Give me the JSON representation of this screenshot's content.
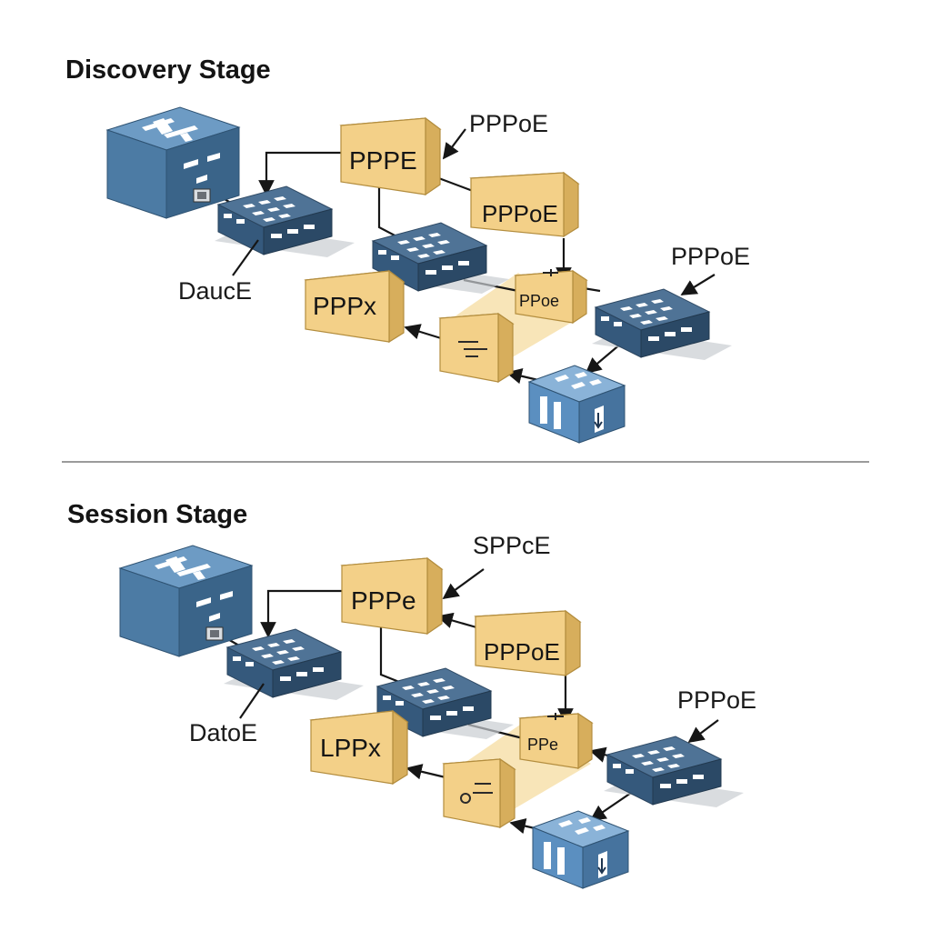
{
  "stages": [
    {
      "title": "Discovery Stage",
      "labels": {
        "top_box": "PPPE",
        "callout_top": "PPPoE",
        "right_box": "PPPoE",
        "small_box": "PPoe",
        "left_box": "PPPx",
        "callout_right": "PPPoE",
        "callout_left": "DaucE"
      }
    },
    {
      "title": "Session Stage",
      "labels": {
        "top_box": "PPPe",
        "callout_top": "SPPcE",
        "right_box": "PPPoE",
        "small_box": "PPe",
        "left_box": "LPPx",
        "callout_right": "PPPoE",
        "callout_left": "DatoE"
      }
    }
  ],
  "icons": [
    "server-icon",
    "switch-icon",
    "router-icon",
    "packet-box-icon"
  ],
  "colors": {
    "switch_blue": "#35597c",
    "server_blue": "#4c7ba4",
    "router_blue": "#5b8fc0",
    "packet_yellow": "#f3d088",
    "divider": "#7a7a7a"
  }
}
